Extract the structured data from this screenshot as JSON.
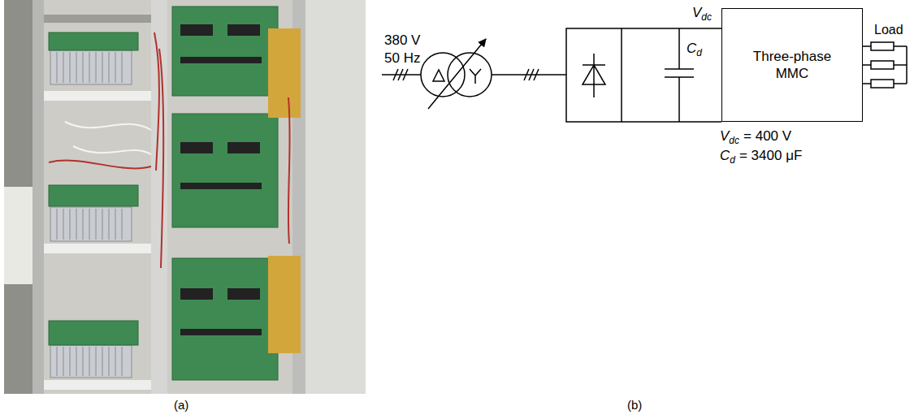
{
  "diagram": {
    "nodes": [
      {
        "text": [
          "Three-phase MMC"
        ]
      }
    ],
    "labels": [
      "380 V",
      "50 Hz",
      "V",
      "dc",
      "C",
      "d",
      "V",
      "dc",
      "= 400 V",
      "C",
      "d",
      "= 3400 μF",
      "Load",
      "(a)",
      "(b)"
    ]
  }
}
